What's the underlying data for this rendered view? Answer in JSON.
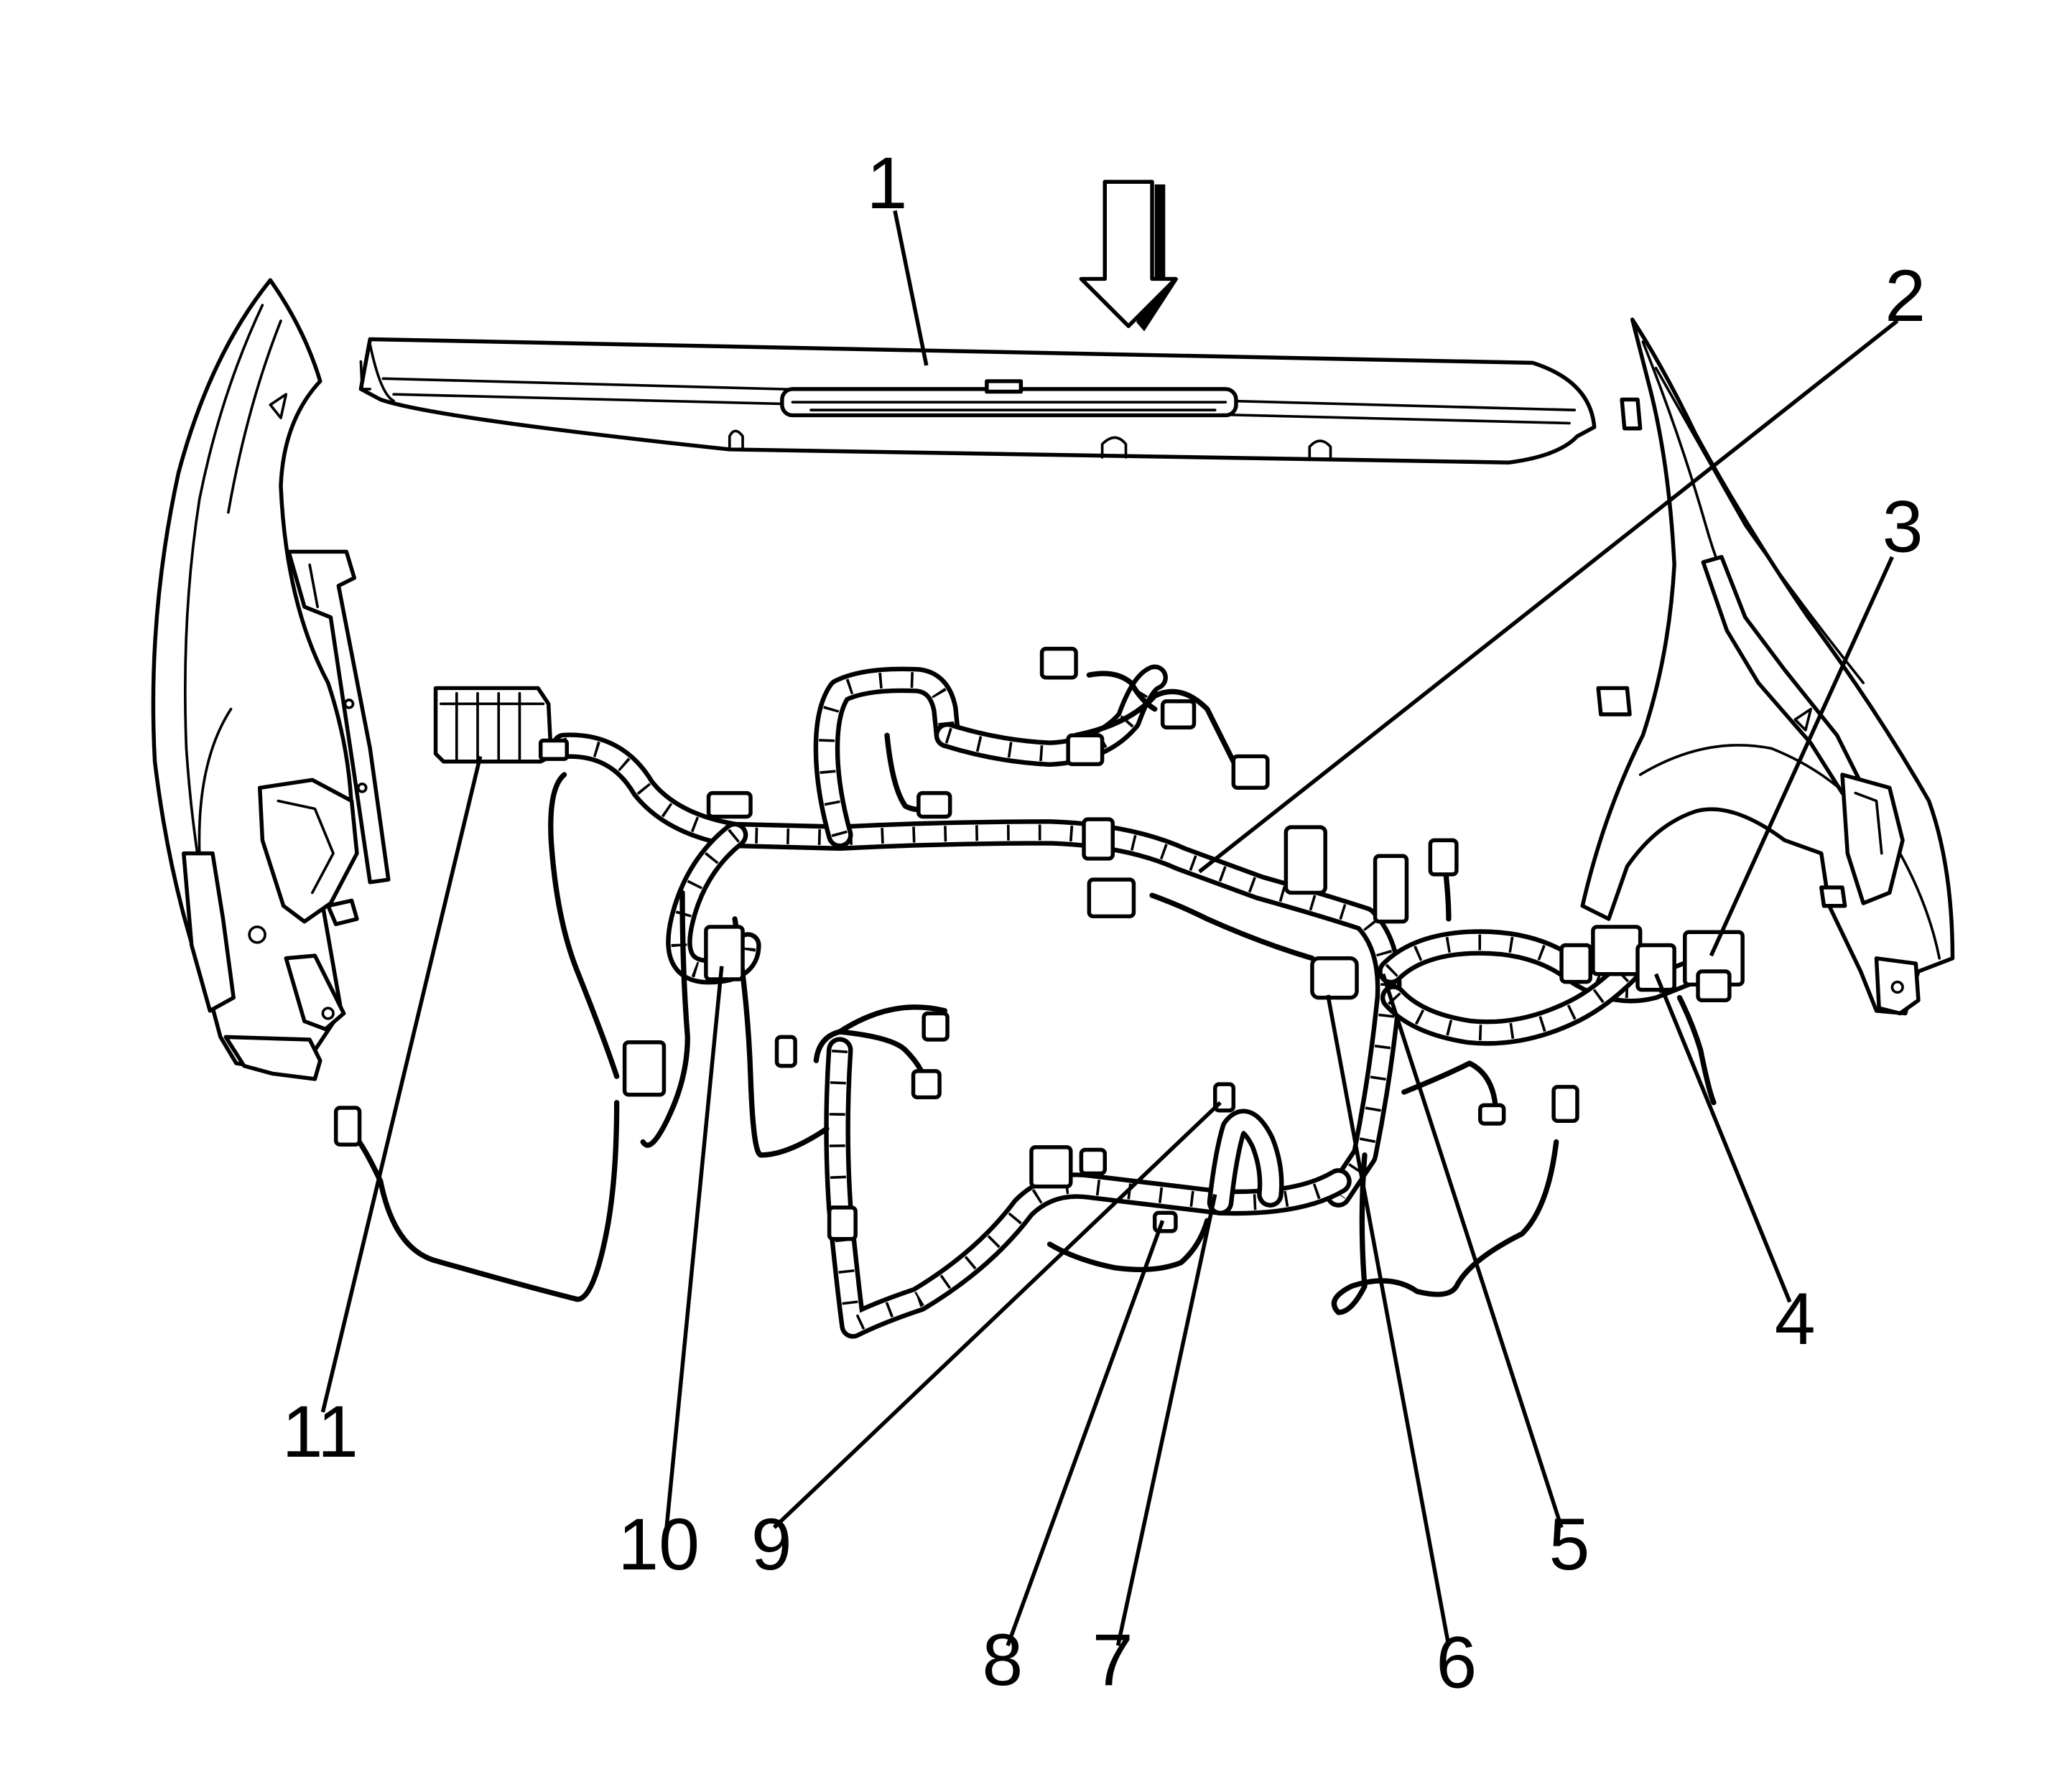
{
  "callouts": {
    "c1": "1",
    "c2": "2",
    "c3": "3",
    "c4": "4",
    "c5": "5",
    "c6": "6",
    "c7": "7",
    "c8": "8",
    "c9": "9",
    "c10": "10",
    "c11": "11"
  },
  "icons": {
    "direction_arrow": "down-arrow-icon"
  },
  "colors": {
    "line": "#000000",
    "background": "#ffffff"
  }
}
